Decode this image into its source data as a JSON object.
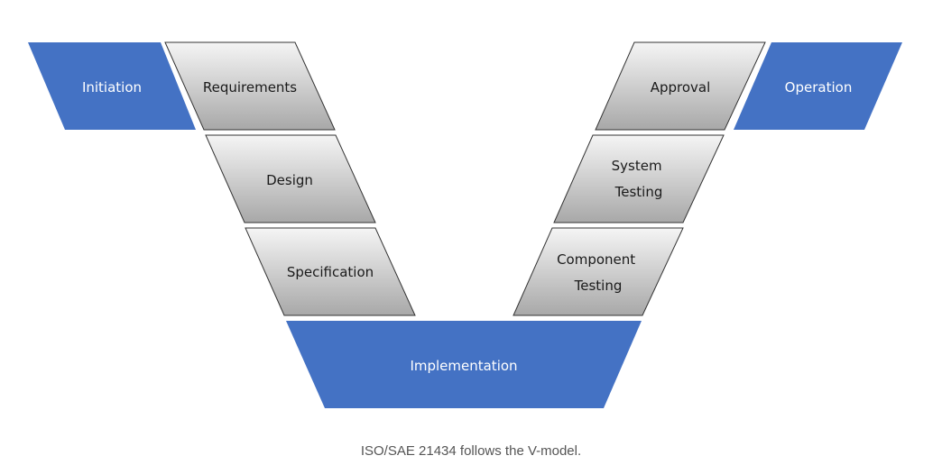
{
  "diagram": {
    "stages": {
      "initiation": [
        "Initiation"
      ],
      "requirements": [
        "Requirements"
      ],
      "design": [
        "Design"
      ],
      "specification": [
        "Specification"
      ],
      "implementation": [
        "Implementation"
      ],
      "component_testing": [
        "Component",
        "Testing"
      ],
      "system_testing": [
        "System",
        "Testing"
      ],
      "approval": [
        "Approval"
      ],
      "operation": [
        "Operation"
      ]
    },
    "colors": {
      "accent_blue": "#4472c4",
      "gray_top": "#f5f5f5",
      "gray_bottom": "#a8a8a8",
      "outline": "#333333",
      "text_dark": "#1a1a1a",
      "text_light": "#ffffff"
    }
  },
  "caption": "ISO/SAE 21434 follows the V-model."
}
